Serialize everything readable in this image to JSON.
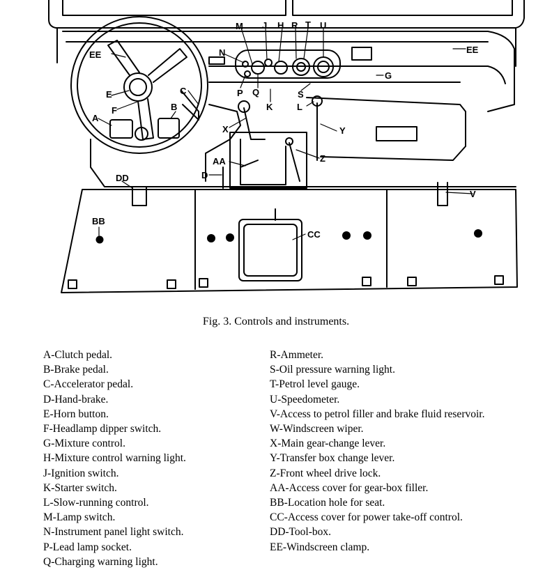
{
  "labels": {
    "M": "M",
    "J": "J",
    "H": "H",
    "R": "R",
    "T": "T",
    "U": "U",
    "N": "N",
    "P": "P",
    "Q": "Q",
    "K": "K",
    "S": "S",
    "L": "L",
    "G": "G",
    "EE_left": "EE",
    "EE_right": "EE",
    "E": "E",
    "C": "C",
    "F": "F",
    "B": "B",
    "A": "A",
    "X": "X",
    "Y": "Y",
    "Z": "Z",
    "AA": "AA",
    "D": "D",
    "DD": "DD",
    "V": "V",
    "BB": "BB",
    "CC": "CC"
  },
  "caption": "Fig. 3. Controls and instruments.",
  "legend_left": [
    "A-Clutch pedal.",
    "B-Brake pedal.",
    "C-Accelerator pedal.",
    "D-Hand-brake.",
    "E-Horn button.",
    "F-Headlamp dipper switch.",
    "G-Mixture control.",
    "H-Mixture control warning light.",
    "J-Ignition switch.",
    "K-Starter switch.",
    "L-Slow-running control.",
    "M-Lamp switch.",
    "N-Instrument panel light switch.",
    "P-Lead lamp socket.",
    "Q-Charging warning light."
  ],
  "legend_right": [
    "R-Ammeter.",
    "S-Oil pressure warning light.",
    "T-Petrol level gauge.",
    "U-Speedometer.",
    "V-Access to petrol filler and brake fluid reservoir.",
    "W-Windscreen wiper.",
    "X-Main gear-change lever.",
    "Y-Transfer box change lever.",
    "Z-Front wheel drive lock.",
    "AA-Access cover for gear-box filler.",
    "BB-Location hole for seat.",
    "CC-Access cover for power take-off control.",
    "DD-Tool-box.",
    "EE-Windscreen clamp."
  ]
}
